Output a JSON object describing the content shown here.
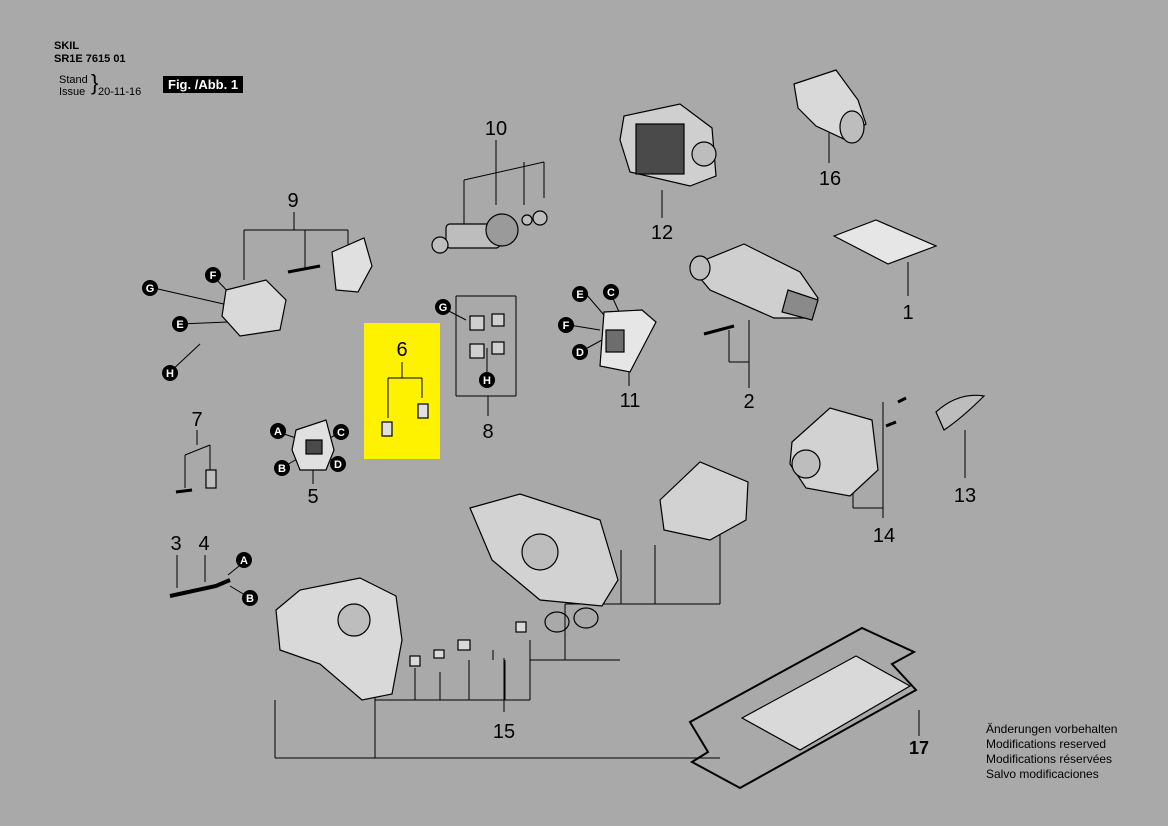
{
  "header": {
    "brand": "SKIL",
    "model": "SR1E 7615 01",
    "stand_label": "Stand",
    "issue_label": "Issue",
    "date": "20-11-16",
    "fig_label": "Fig. /Abb. 1"
  },
  "notes": [
    "Änderungen vorbehalten",
    "Modifications reserved",
    "Modifications réservées",
    "Salvo modificaciones"
  ],
  "parts": [
    {
      "id": "part-1",
      "number": "1"
    },
    {
      "id": "part-2",
      "number": "2"
    },
    {
      "id": "part-3",
      "number": "3"
    },
    {
      "id": "part-4",
      "number": "4"
    },
    {
      "id": "part-5",
      "number": "5"
    },
    {
      "id": "part-6",
      "number": "6",
      "highlighted": true
    },
    {
      "id": "part-7",
      "number": "7"
    },
    {
      "id": "part-8",
      "number": "8"
    },
    {
      "id": "part-9",
      "number": "9"
    },
    {
      "id": "part-10",
      "number": "10"
    },
    {
      "id": "part-11",
      "number": "11"
    },
    {
      "id": "part-12",
      "number": "12"
    },
    {
      "id": "part-13",
      "number": "13"
    },
    {
      "id": "part-14",
      "number": "14"
    },
    {
      "id": "part-15",
      "number": "15"
    },
    {
      "id": "part-16",
      "number": "16"
    },
    {
      "id": "part-17",
      "number": "17"
    }
  ],
  "connector_labels": {
    "a": "A",
    "b": "B",
    "c": "C",
    "d": "D",
    "e": "E",
    "f": "F",
    "g": "G",
    "h": "H"
  },
  "colors": {
    "background": "#a9a9a9",
    "highlight": "#fff200",
    "ink": "#000000"
  }
}
